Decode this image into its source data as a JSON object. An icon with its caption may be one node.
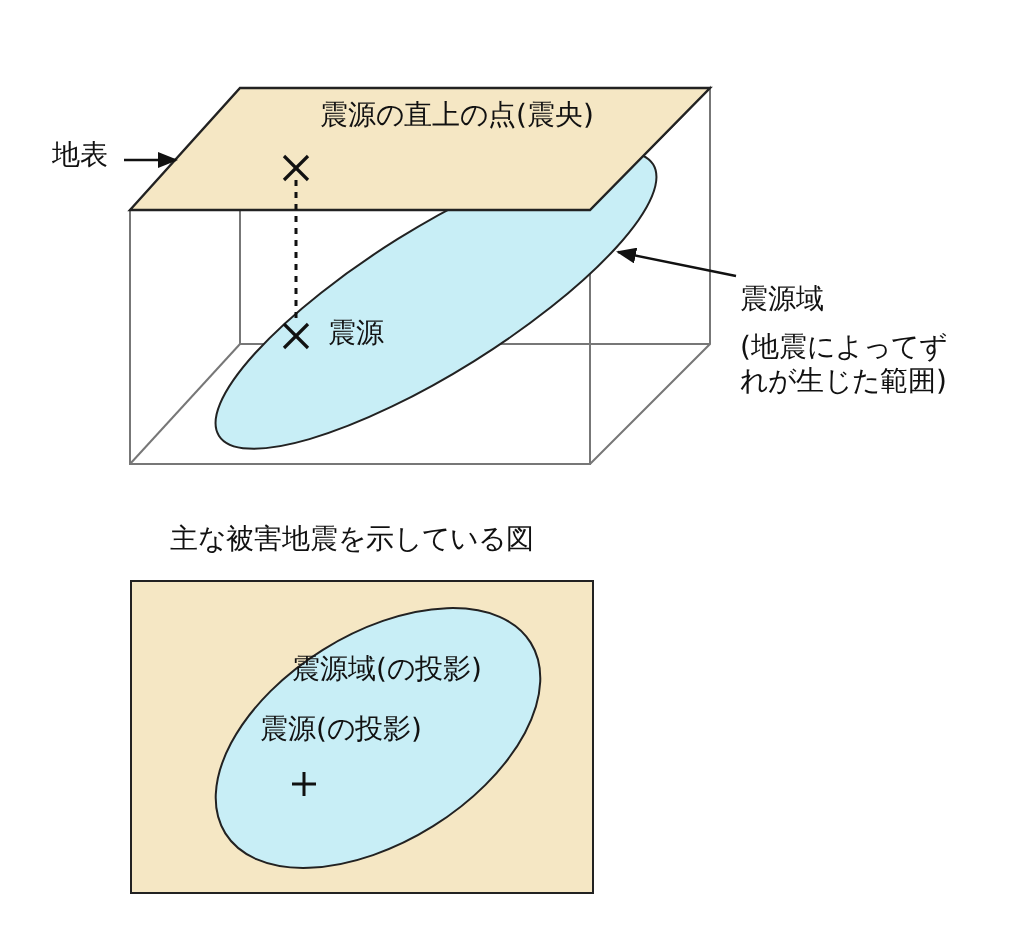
{
  "diagram": {
    "nodes": [
      {
        "text": [
          "震源の直上の点(震央)"
        ]
      },
      {
        "text": [
          "地表"
        ]
      },
      {
        "text": [
          "震源域",
          "(地震によってずれが生じた範囲)"
        ]
      },
      {
        "text": [
          "震源"
        ]
      },
      {
        "text": [
          "主な被害地震を示している図"
        ]
      },
      {
        "text": [
          "震源域(の投影)",
          "震源(の投影)"
        ],
        "in": 4
      }
    ],
    "edges": [
      {
        "from": 1,
        "to": 0,
        "arrow": "to"
      },
      {
        "from": 2,
        "to": 3,
        "arrow": "to"
      }
    ]
  }
}
